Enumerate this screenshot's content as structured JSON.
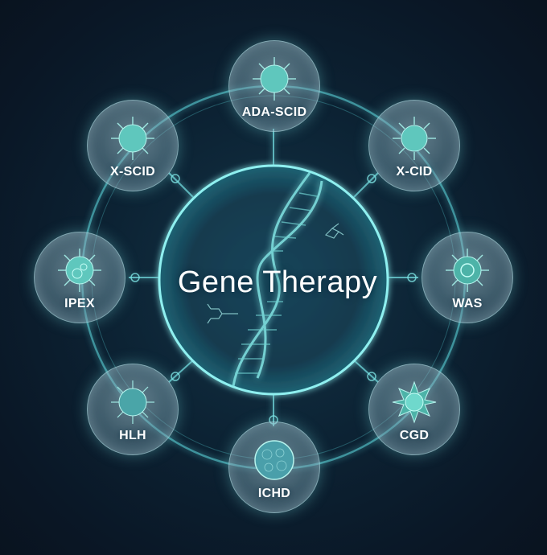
{
  "diagram": {
    "title": "Gene Therapy",
    "center_icon": "dna-double-helix-icon",
    "colors": {
      "background": "#0b1a28",
      "accent_glow": "#7fe6e6",
      "ring": "#5fd0d4",
      "label": "#ffffff"
    },
    "nodes": [
      {
        "id": "ada-scid",
        "label": "ADA-SCID",
        "icon": "virus-cell-icon"
      },
      {
        "id": "x-cid",
        "label": "X-CID",
        "icon": "virus-cell-icon"
      },
      {
        "id": "was",
        "label": "WAS",
        "icon": "virus-cell-icon"
      },
      {
        "id": "cgd",
        "label": "CGD",
        "icon": "star-cell-icon"
      },
      {
        "id": "ichd",
        "label": "ICHD",
        "icon": "round-cell-icon"
      },
      {
        "id": "hlh",
        "label": "HLH",
        "icon": "virus-cell-icon"
      },
      {
        "id": "ipex",
        "label": "IPEX",
        "icon": "virus-cell-icon"
      },
      {
        "id": "x-scid",
        "label": "X-SCID",
        "icon": "virus-cell-icon"
      }
    ]
  }
}
